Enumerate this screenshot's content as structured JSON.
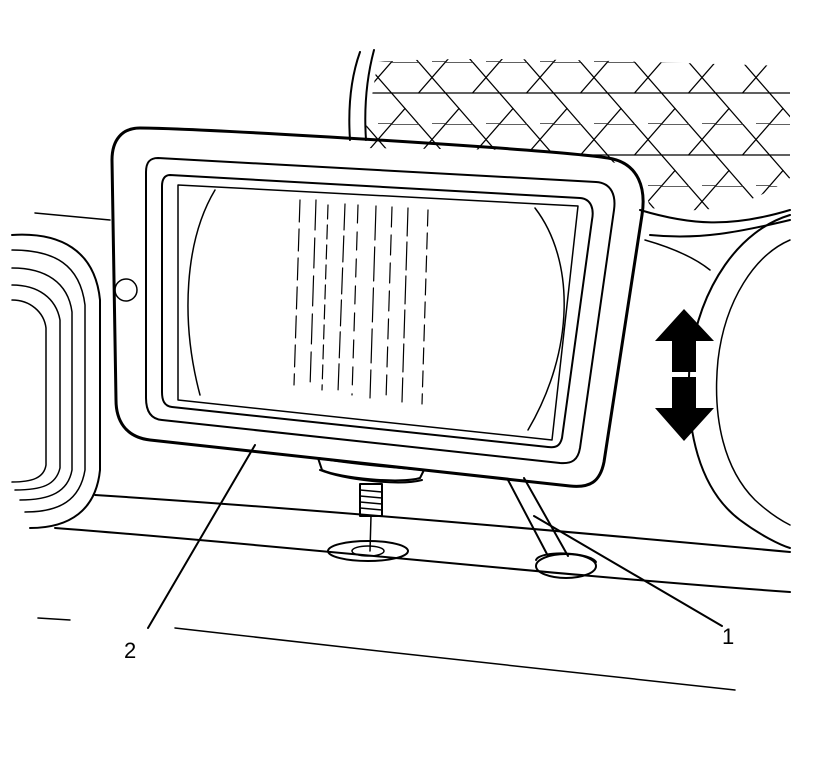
{
  "figure": {
    "callouts": [
      {
        "id": "1",
        "label": "1"
      },
      {
        "id": "2",
        "label": "2"
      }
    ],
    "parts": {
      "fog_lamp": "fog-lamp",
      "wiring_connector": "wiring-connector",
      "adjust_arrow": "double-headed-arrow"
    },
    "colors": {
      "ink": "#000000",
      "paper": "#ffffff"
    }
  }
}
